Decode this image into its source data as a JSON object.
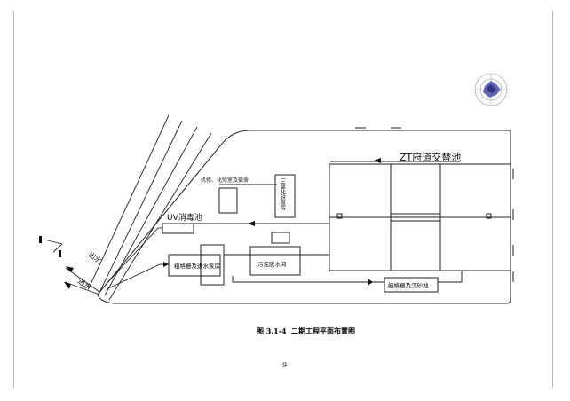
{
  "labels": {
    "zt_pool": "ZT府道交替池",
    "office": "机修、化验室及宿舍",
    "chem_room": "三氯化铁泵房",
    "uv_pool": "UV消毒池",
    "coarse_screen": "粗格栅及进水泵房",
    "sludge_room": "污泥脱水间",
    "fine_screen": "细格栅及沉砂池",
    "outlet": "出水",
    "inlet": "进水"
  },
  "caption": {
    "number": "图 3.1-4",
    "title": "二期工程平面布置图"
  },
  "page_number": "9",
  "colors": {
    "line": "#222222",
    "compass": "#4a4fa8"
  }
}
